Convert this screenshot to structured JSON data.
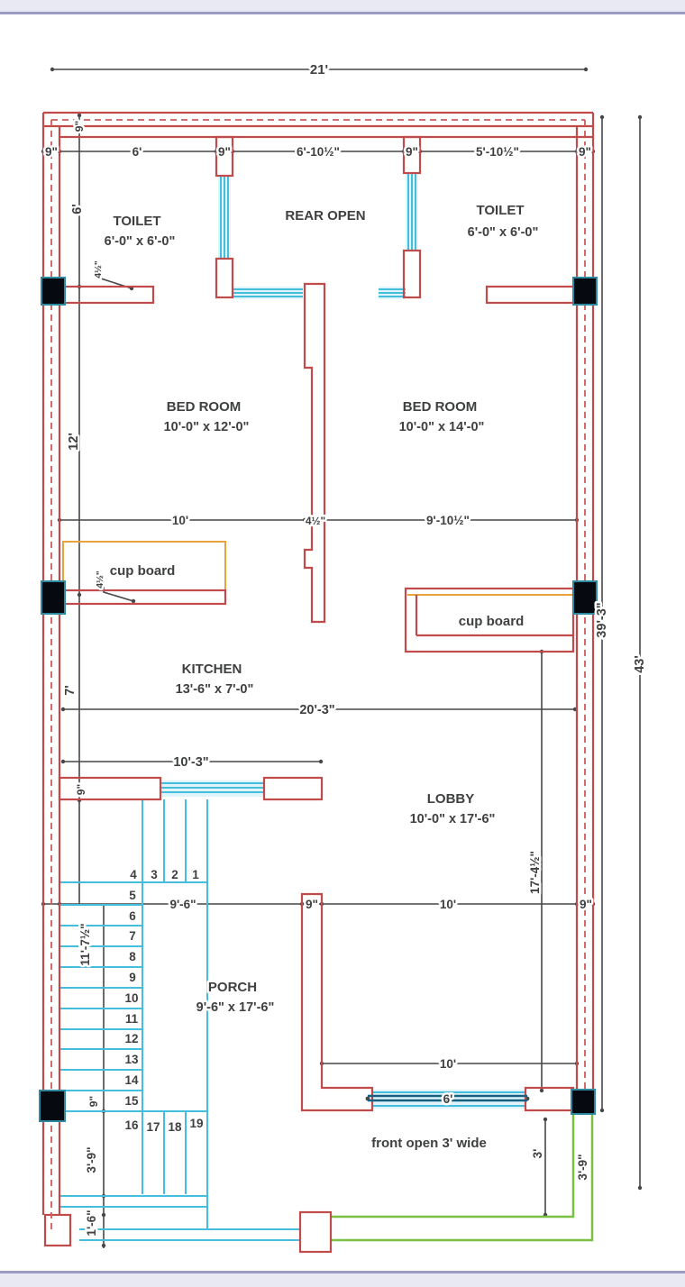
{
  "window": {
    "background": "#ffffff",
    "bar_color": "#e9e9f3",
    "bar_edge": "#9b9bc4"
  },
  "colors": {
    "wall": "#c14a4a",
    "window_line": "#45bede",
    "window_fill": "#dff4fb",
    "dimension": "#474747",
    "label_text": "#3f4040",
    "cupboard": "#e9a33c",
    "walkway": "#79c043",
    "door_line": "#17607f",
    "column_fill": "#06090f",
    "column_edge": "#2c89a0"
  },
  "rooms": {
    "toilet_left": {
      "name": "TOILET",
      "size": "6'-0\" x 6'-0\""
    },
    "rear_open": {
      "name": "REAR OPEN"
    },
    "toilet_right": {
      "name": "TOILET",
      "size": "6'-0\" x 6'-0\""
    },
    "bedroom_left": {
      "name": "BED ROOM",
      "size": "10'-0\" x 12'-0\""
    },
    "bedroom_right": {
      "name": "BED ROOM",
      "size": "10'-0\" x 14'-0\""
    },
    "kitchen": {
      "name": "KITCHEN",
      "size": "13'-6\" x 7'-0\""
    },
    "lobby": {
      "name": "LOBBY",
      "size": "10'-0\" x 17'-6\""
    },
    "porch": {
      "name": "PORCH",
      "size": "9'-6\" x 17'-6\""
    },
    "cupboard_left": {
      "name": "cup board"
    },
    "cupboard_right": {
      "name": "cup board"
    }
  },
  "dims": {
    "overall_width": "21'",
    "top_row": [
      "9\"",
      "6'",
      "9\"",
      "6'-10½\"",
      "9\"",
      "5'-10½\"",
      "9\""
    ],
    "left_col": {
      "wall9": "9\"",
      "toilet6": "6'",
      "w45a": "4½\"",
      "bed12": "12'",
      "w45b": "4½\"",
      "kitchen7": "7'",
      "wall9b": "9\"",
      "stair117": "11'-7½\"",
      "pier9": "9\"",
      "v39": "3'-9\"",
      "v16": "1'-6\""
    },
    "mid_row": [
      "10'",
      "4½\"",
      "9'-10½\""
    ],
    "kitchen_width": "20'-3\"",
    "kitchen_inner": "10'-3\"",
    "porch_row": [
      "9'-6\"",
      "9\"",
      "10'",
      "9\""
    ],
    "lobby_height": "17'-4½\"",
    "lobby_width": "10'",
    "door_width": "6'",
    "right_col": {
      "inner": "39'-3\"",
      "total": "43'"
    },
    "front_right": {
      "v3": "3'",
      "v39": "3'-9\""
    }
  },
  "stairs": {
    "top_run": [
      "4",
      "3",
      "2",
      "1"
    ],
    "side_run": [
      "5",
      "6",
      "7",
      "8",
      "9",
      "10",
      "11",
      "12",
      "13",
      "14",
      "15"
    ],
    "bottom_run": [
      "16",
      "17",
      "18",
      "19"
    ]
  },
  "notes": {
    "front_open": "front open 3' wide"
  }
}
